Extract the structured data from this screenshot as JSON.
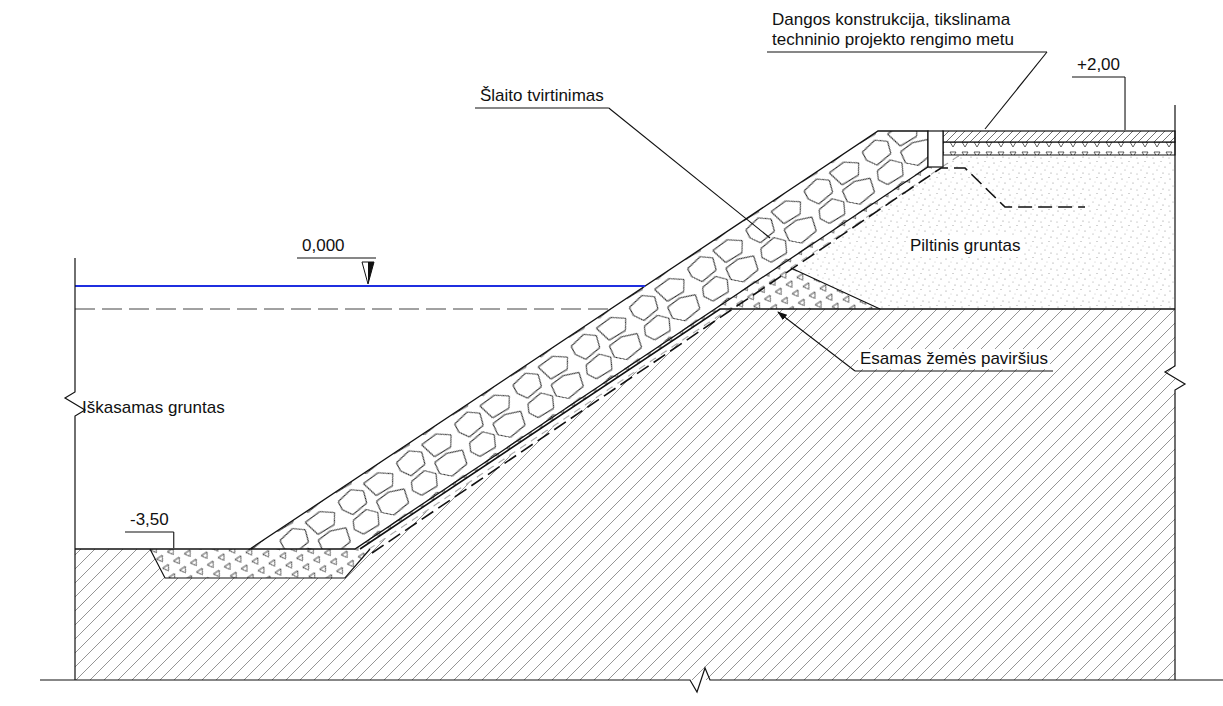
{
  "diagram": {
    "labels": [
      "Dangos konstrukcija, tikslinama techninio projekto rengimo metu",
      "+2,00",
      "Šlaito tvirtinimas",
      "0,000",
      "Piltinis gruntas",
      "Esamas žemės paviršius",
      "Iškasamas gruntas",
      "-3,50"
    ]
  }
}
